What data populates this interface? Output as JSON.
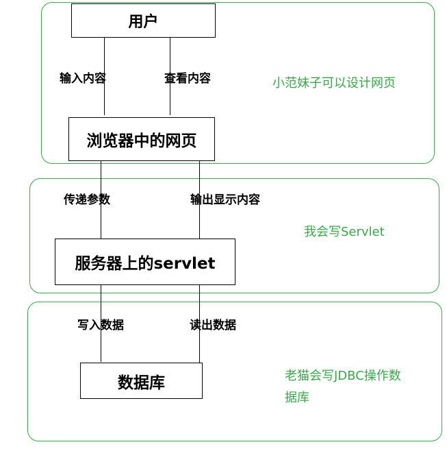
{
  "diagram": {
    "nodes": {
      "user": "用户",
      "browser_page": "浏览器中的网页",
      "servlet": "服务器上的servlet",
      "database": "数据库"
    },
    "edges": {
      "input_content": "输入内容",
      "view_content": "查看内容",
      "pass_params": "传递参数",
      "output_content": "输出显示内容",
      "write_data": "写入数据",
      "read_data": "读出数据"
    },
    "regions": {
      "web_layer_note": "小范妹子可以设计网页",
      "servlet_layer_note": "我会写Servlet",
      "db_layer_note_line1": "老猫会写JDBC操作数",
      "db_layer_note_line2": "据库"
    },
    "colors": {
      "region_border": "#3aa64a",
      "note_text": "#3aa64a",
      "node_border": "#000000"
    }
  }
}
